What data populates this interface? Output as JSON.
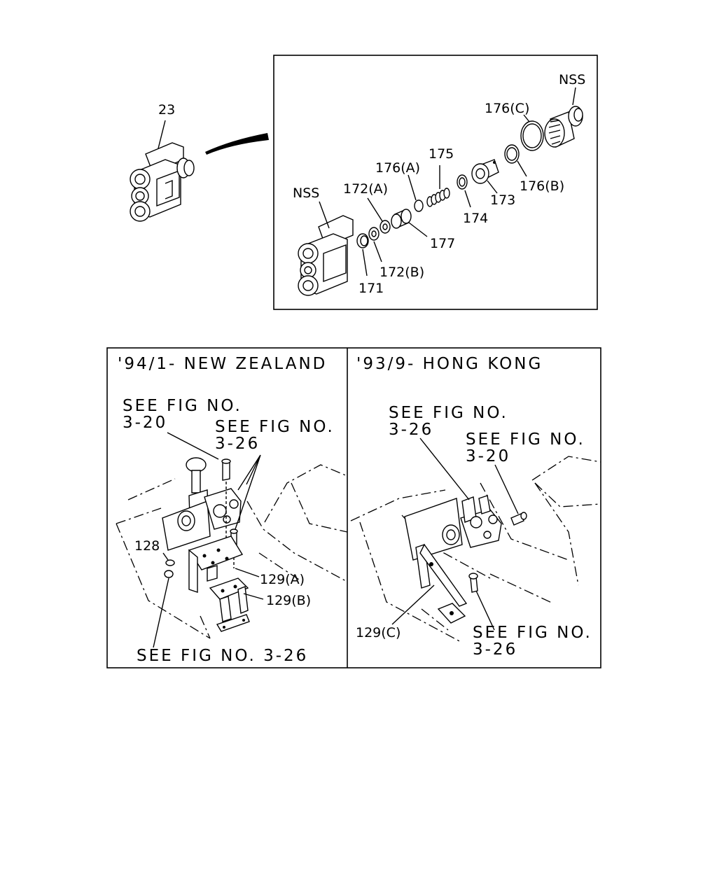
{
  "top_view": {
    "assembly_label": "23",
    "detail_labels": {
      "nss_top": "NSS",
      "nss_left": "NSS",
      "p176c": "176(C)",
      "p175": "175",
      "p176a": "176(A)",
      "p172a": "172(A)",
      "p176b": "176(B)",
      "p173": "173",
      "p174": "174",
      "p177": "177",
      "p172b": "172(B)",
      "p171": "171"
    }
  },
  "panels": {
    "left": {
      "title": "'94/1- NEW ZEALAND",
      "see_320_line1": "SEE FIG NO.",
      "see_320_line2": "3-20",
      "see_326_line1": "SEE FIG NO.",
      "see_326_line2": "3-26",
      "p128": "128",
      "p129a": "129(A)",
      "p129b": "129(B)",
      "see_bottom": "SEE FIG NO. 3-26"
    },
    "right": {
      "title": "'93/9- HONG KONG",
      "see_326_line1": "SEE FIG NO.",
      "see_326_line2": "3-26",
      "see_320_line1": "SEE FIG NO.",
      "see_320_line2": "3-20",
      "p129c": "129(C)",
      "see_bottom_line1": "SEE FIG NO.",
      "see_bottom_line2": "3-26"
    }
  }
}
